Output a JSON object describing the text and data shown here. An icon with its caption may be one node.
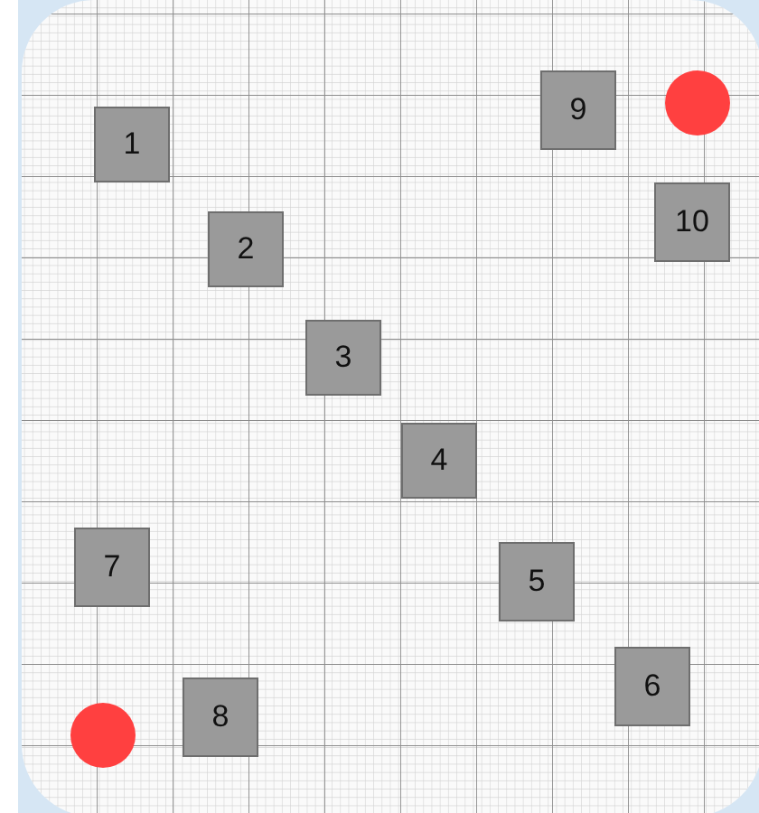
{
  "diagram": {
    "nodes": [
      {
        "text": [
          "1"
        ]
      },
      {
        "text": [
          "2"
        ]
      },
      {
        "text": [
          "3"
        ]
      },
      {
        "text": [
          "4"
        ]
      },
      {
        "text": [
          "5"
        ]
      },
      {
        "text": [
          "6"
        ]
      },
      {
        "text": [
          "7"
        ]
      },
      {
        "text": [
          "8"
        ]
      },
      {
        "text": [
          "9"
        ]
      },
      {
        "text": [
          "10"
        ]
      },
      {
        "text": [],
        "shape": "circle"
      },
      {
        "text": [],
        "shape": "circle"
      }
    ]
  }
}
